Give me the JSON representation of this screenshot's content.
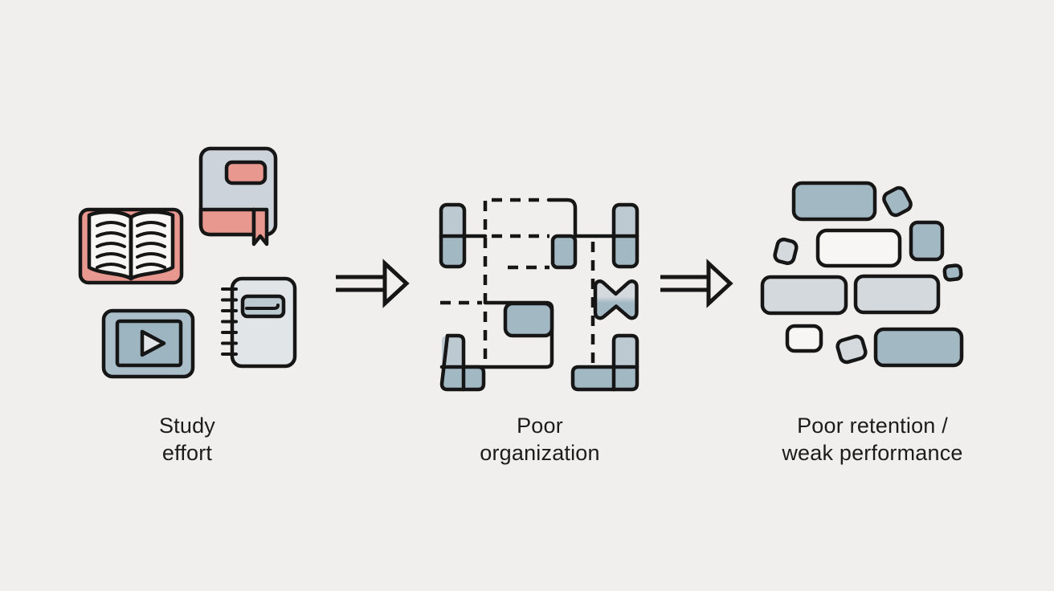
{
  "colors": {
    "background": "#f0efed",
    "outline": "#161616",
    "block_blue": "#a2b9c4",
    "block_blue_light": "#bcc9d1",
    "block_gray": "#d3d9dc",
    "block_white": "#f7f6f4",
    "accent_pink": "#e8988f",
    "notebook_gray": "#cdd3da",
    "cover_light": "#e2e5e7",
    "screen_blue": "#9db5c1",
    "player_blue": "#aabfca",
    "text": "#1c1c1c"
  },
  "diagram": {
    "type": "flow",
    "stages": [
      {
        "id": "study-effort",
        "label_lines": [
          "Study",
          "effort"
        ],
        "icons": [
          "open-book-icon",
          "bookmark-notebook-icon",
          "video-player-icon",
          "spiral-notebook-icon"
        ]
      },
      {
        "id": "poor-organization",
        "label_lines": [
          "Poor",
          "organization"
        ],
        "icons": [
          "scattered-flowchart-icon",
          "tangle-icon"
        ]
      },
      {
        "id": "poor-retention",
        "label_lines": [
          "Poor retention /",
          "weak performance"
        ],
        "icons": [
          "scattered-blocks-icon"
        ]
      }
    ],
    "connectors": [
      {
        "id": "arrow-1",
        "type": "double-line-arrow",
        "direction": "right"
      },
      {
        "id": "arrow-2",
        "type": "double-line-arrow",
        "direction": "right"
      }
    ]
  }
}
